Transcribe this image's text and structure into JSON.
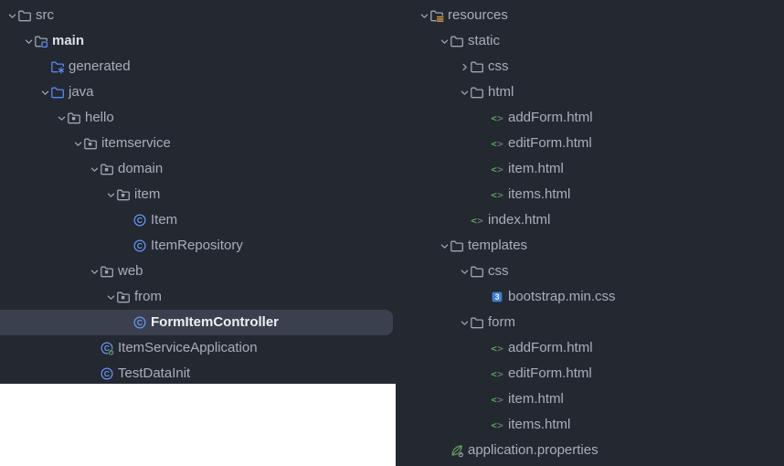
{
  "app": {
    "name": "IDE project tree"
  },
  "colors": {
    "panel_bg": "#232831",
    "selected_row_bg": "#3A404E",
    "text": "#A9AFB9",
    "text_bright": "#DCE0E6",
    "text_selected": "#EDEFF3",
    "chevron": "#9DA4AE",
    "folder_gray": "#A0A6B0",
    "folder_blue": "#5689F5",
    "class_blue": "#6897F7",
    "resources_yellow": "#D9A33C",
    "html_green": "#58A75A",
    "html_green_dim": "#5E7E66",
    "css_blue": "#3D7ED3",
    "spring_green": "#67A55B"
  },
  "panels": [
    {
      "name": "left",
      "rows": [
        {
          "label": "src",
          "level": 0,
          "expand": "open",
          "icon": "folder"
        },
        {
          "label": "main",
          "level": 1,
          "expand": "open",
          "icon": "folder-sources-root",
          "bold": true
        },
        {
          "label": "generated",
          "level": 2,
          "expand": "none",
          "icon": "folder-generated"
        },
        {
          "label": "java",
          "level": 2,
          "expand": "open",
          "icon": "folder-java"
        },
        {
          "label": "hello",
          "level": 3,
          "expand": "open",
          "icon": "package"
        },
        {
          "label": "itemservice",
          "level": 4,
          "expand": "open",
          "icon": "package"
        },
        {
          "label": "domain",
          "level": 5,
          "expand": "open",
          "icon": "package"
        },
        {
          "label": "item",
          "level": 6,
          "expand": "open",
          "icon": "package"
        },
        {
          "label": "Item",
          "level": 7,
          "expand": "none",
          "icon": "class"
        },
        {
          "label": "ItemRepository",
          "level": 7,
          "expand": "none",
          "icon": "class"
        },
        {
          "label": "web",
          "level": 5,
          "expand": "open",
          "icon": "package"
        },
        {
          "label": "from",
          "level": 6,
          "expand": "open",
          "icon": "package"
        },
        {
          "label": "FormItemController",
          "level": 7,
          "expand": "none",
          "icon": "class",
          "selected": true
        },
        {
          "label": "ItemServiceApplication",
          "level": 5,
          "expand": "none",
          "icon": "class-boot"
        },
        {
          "label": "TestDataInit",
          "level": 5,
          "expand": "none",
          "icon": "class"
        }
      ]
    },
    {
      "name": "right",
      "rows": [
        {
          "label": "resources",
          "level": 0,
          "expand": "open",
          "icon": "folder-resources"
        },
        {
          "label": "static",
          "level": 1,
          "expand": "open",
          "icon": "folder"
        },
        {
          "label": "css",
          "level": 2,
          "expand": "closed",
          "icon": "folder"
        },
        {
          "label": "html",
          "level": 2,
          "expand": "open",
          "icon": "folder"
        },
        {
          "label": "addForm.html",
          "level": 3,
          "expand": "none",
          "icon": "html"
        },
        {
          "label": "editForm.html",
          "level": 3,
          "expand": "none",
          "icon": "html"
        },
        {
          "label": "item.html",
          "level": 3,
          "expand": "none",
          "icon": "html"
        },
        {
          "label": "items.html",
          "level": 3,
          "expand": "none",
          "icon": "html"
        },
        {
          "label": "index.html",
          "level": 2,
          "expand": "none",
          "icon": "html"
        },
        {
          "label": "templates",
          "level": 1,
          "expand": "open",
          "icon": "folder"
        },
        {
          "label": "css",
          "level": 2,
          "expand": "open",
          "icon": "folder"
        },
        {
          "label": "bootstrap.min.css",
          "level": 3,
          "expand": "none",
          "icon": "css"
        },
        {
          "label": "form",
          "level": 2,
          "expand": "open",
          "icon": "folder"
        },
        {
          "label": "addForm.html",
          "level": 3,
          "expand": "none",
          "icon": "html"
        },
        {
          "label": "editForm.html",
          "level": 3,
          "expand": "none",
          "icon": "html"
        },
        {
          "label": "item.html",
          "level": 3,
          "expand": "none",
          "icon": "html"
        },
        {
          "label": "items.html",
          "level": 3,
          "expand": "none",
          "icon": "html"
        },
        {
          "label": "application.properties",
          "level": 1,
          "expand": "none",
          "icon": "spring-properties"
        }
      ]
    }
  ]
}
